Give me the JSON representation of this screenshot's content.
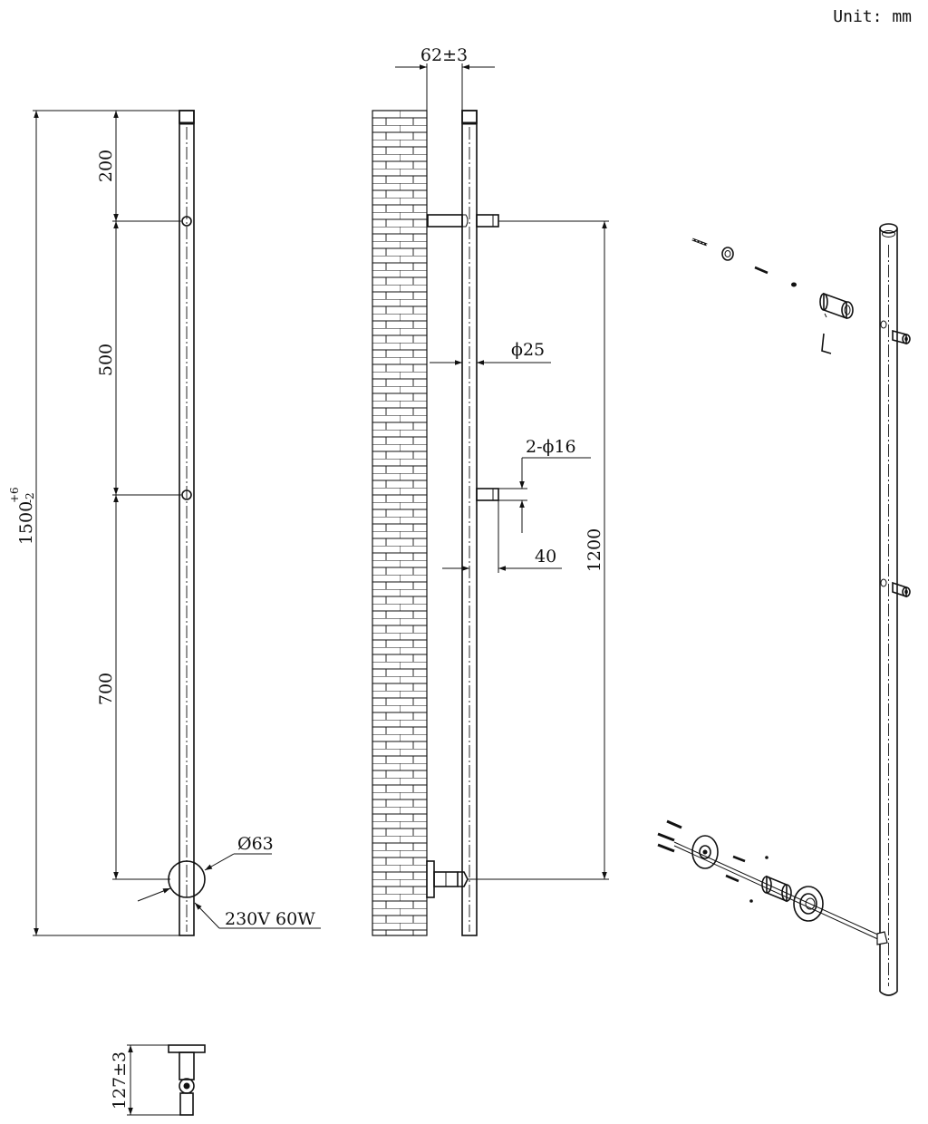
{
  "unit_label": "Unit: mm",
  "front_view": {
    "dims": {
      "top_spacing": "200",
      "middle_spacing": "500",
      "bottom_spacing": "700",
      "total_length": "1500",
      "total_tol_upper": "+6",
      "total_tol_lower": "-2",
      "base_diameter": "Ø63",
      "power_rating": "230V 60W"
    }
  },
  "side_view": {
    "dims": {
      "wall_offset": "62±3",
      "tube_diameter": "ϕ25",
      "bracket_holes": "2-ϕ16",
      "projection": "40",
      "bracket_spacing": "1200"
    }
  },
  "top_view": {
    "dims": {
      "depth": "127±3"
    }
  }
}
